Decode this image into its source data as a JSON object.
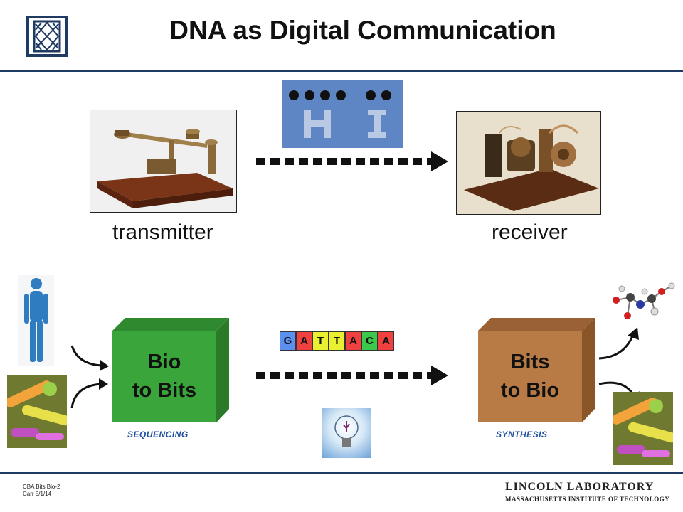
{
  "title": "DNA as Digital Communication",
  "top": {
    "transmitter_caption": "transmitter",
    "receiver_caption": "receiver",
    "hi_letters": [
      "H",
      "I"
    ]
  },
  "bottom": {
    "left_box": {
      "line1": "Bio",
      "line2": "to Bits",
      "caption": "SEQUENCING",
      "color": "#3aa53a"
    },
    "right_box": {
      "line1": "Bits",
      "line2": "to Bio",
      "caption": "SYNTHESIS",
      "color": "#b87b45"
    },
    "bases": [
      {
        "letter": "G",
        "color": "#5b8ff0"
      },
      {
        "letter": "A",
        "color": "#f04040"
      },
      {
        "letter": "T",
        "color": "#e8f030"
      },
      {
        "letter": "T",
        "color": "#e8f030"
      },
      {
        "letter": "A",
        "color": "#f04040"
      },
      {
        "letter": "C",
        "color": "#3cc84a"
      },
      {
        "letter": "A",
        "color": "#f04040"
      }
    ]
  },
  "footer": {
    "line1": "CBA Bits Bio-2",
    "line2": "Carr 5/1/14",
    "lab_name": "LINCOLN LABORATORY",
    "institute": "MASSACHUSETTS INSTITUTE OF TECHNOLOGY"
  }
}
